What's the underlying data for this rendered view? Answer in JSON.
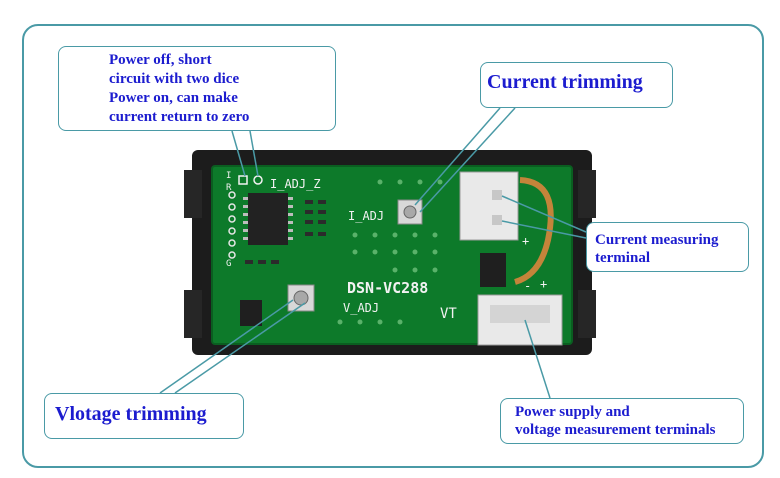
{
  "callouts": {
    "power_note": {
      "lines": [
        "Power off, short",
        "circuit with two dice",
        "Power on, can make",
        "current return to zero"
      ]
    },
    "current_trimming": "Current trimming",
    "current_terminal": {
      "lines": [
        "Current measuring",
        "terminal"
      ]
    },
    "voltage_trimming": "Vlotage trimming",
    "power_supply": {
      "lines": [
        "Power supply and",
        "voltage measurement terminals"
      ]
    }
  },
  "board": {
    "model": "DSN-VC288",
    "i_adj_z": "I_ADJ_Z",
    "i_adj": "I_ADJ",
    "v_adj": "V_ADJ",
    "vt": "VT",
    "pin_r": "R",
    "pin_i": "I",
    "pin_g": "G",
    "plus": "+",
    "minus": "-"
  },
  "colors": {
    "callout_text": "#1c1ccf",
    "callout_border": "#4a9aa6",
    "pcb_green": "#0d7a2a",
    "housing": "#1c1c1c",
    "connector": "#e9e9e9"
  }
}
